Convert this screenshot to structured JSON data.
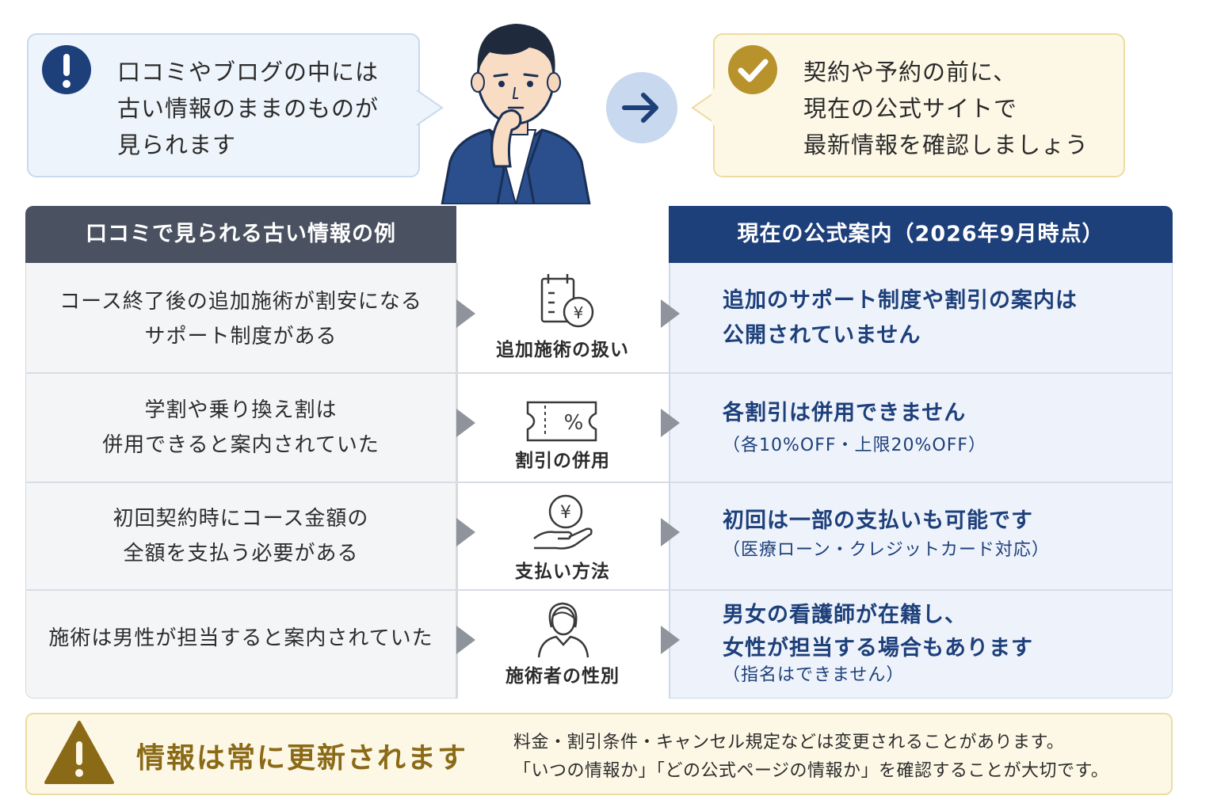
{
  "bubble_left": {
    "text": "口コミやブログの中には\n古い情報のままのものが\n見られます"
  },
  "bubble_right": {
    "text": "契約や予約の前に、\n現在の公式サイトで\n最新情報を確認しましょう"
  },
  "table": {
    "header_left": "口コミで見られる古い情報の例",
    "header_right": "現在の公式案内（2026年9月時点）",
    "rows": [
      {
        "old": "コース終了後の追加施術が割安になる\nサポート制度がある",
        "topic": "追加施術の扱い",
        "icon": "calendar-yen-icon",
        "current_main": "追加のサポート制度や割引の案内は\n公開されていません",
        "current_sub": ""
      },
      {
        "old": "学割や乗り換え割は\n併用できると案内されていた",
        "topic": "割引の併用",
        "icon": "discount-ticket-icon",
        "current_main": "各割引は併用できません",
        "current_sub": "（各10%OFF・上限20%OFF）"
      },
      {
        "old": "初回契約時にコース金額の\n全額を支払う必要がある",
        "topic": "支払い方法",
        "icon": "hand-yen-coin-icon",
        "current_main": "初回は一部の支払いも可能です",
        "current_sub": "（医療ローン・クレジットカード対応）"
      },
      {
        "old": "施術は男性が担当すると案内されていた",
        "topic": "施術者の性別",
        "icon": "female-staff-icon",
        "current_main": "男女の看護師が在籍し、\n女性が担当する場合もあります",
        "current_sub": "（指名はできません）"
      }
    ]
  },
  "note": {
    "title": "情報は常に更新されます",
    "body": "料金・割引条件・キャンセル規定などは変更されることがあります。\n「いつの情報か」「どの公式ページの情報か」を確認することが大切です。"
  },
  "colors": {
    "navy": "#1d3f7a",
    "slate": "#4a5160",
    "gold": "#b8922a",
    "light_blue": "#eef3fb",
    "light_yellow": "#fdf8e6"
  }
}
